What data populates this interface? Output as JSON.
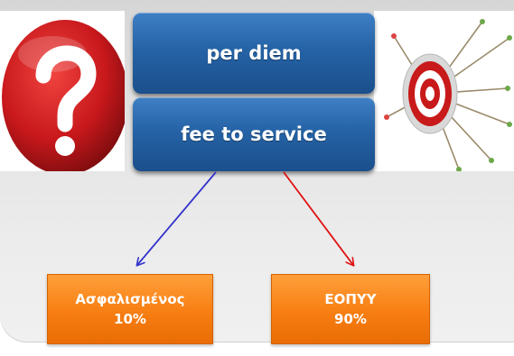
{
  "top_boxes": {
    "per_diem": "per diem",
    "fee_to_service": "fee to service"
  },
  "bottom_boxes": {
    "insured": {
      "name": "Ασφαλισμένος",
      "share": "10%"
    },
    "eopyy": {
      "name": "ΕΟΠΥΥ",
      "share": "90%"
    }
  },
  "colors": {
    "box_blue": "#2563a6",
    "box_orange": "#f77e12",
    "arrow_left": "#3333cc",
    "arrow_right": "#e01010",
    "question_red": "#c8181c"
  },
  "icons": {
    "left_image": "question-mark-icon",
    "right_image": "target-darts-icon"
  }
}
